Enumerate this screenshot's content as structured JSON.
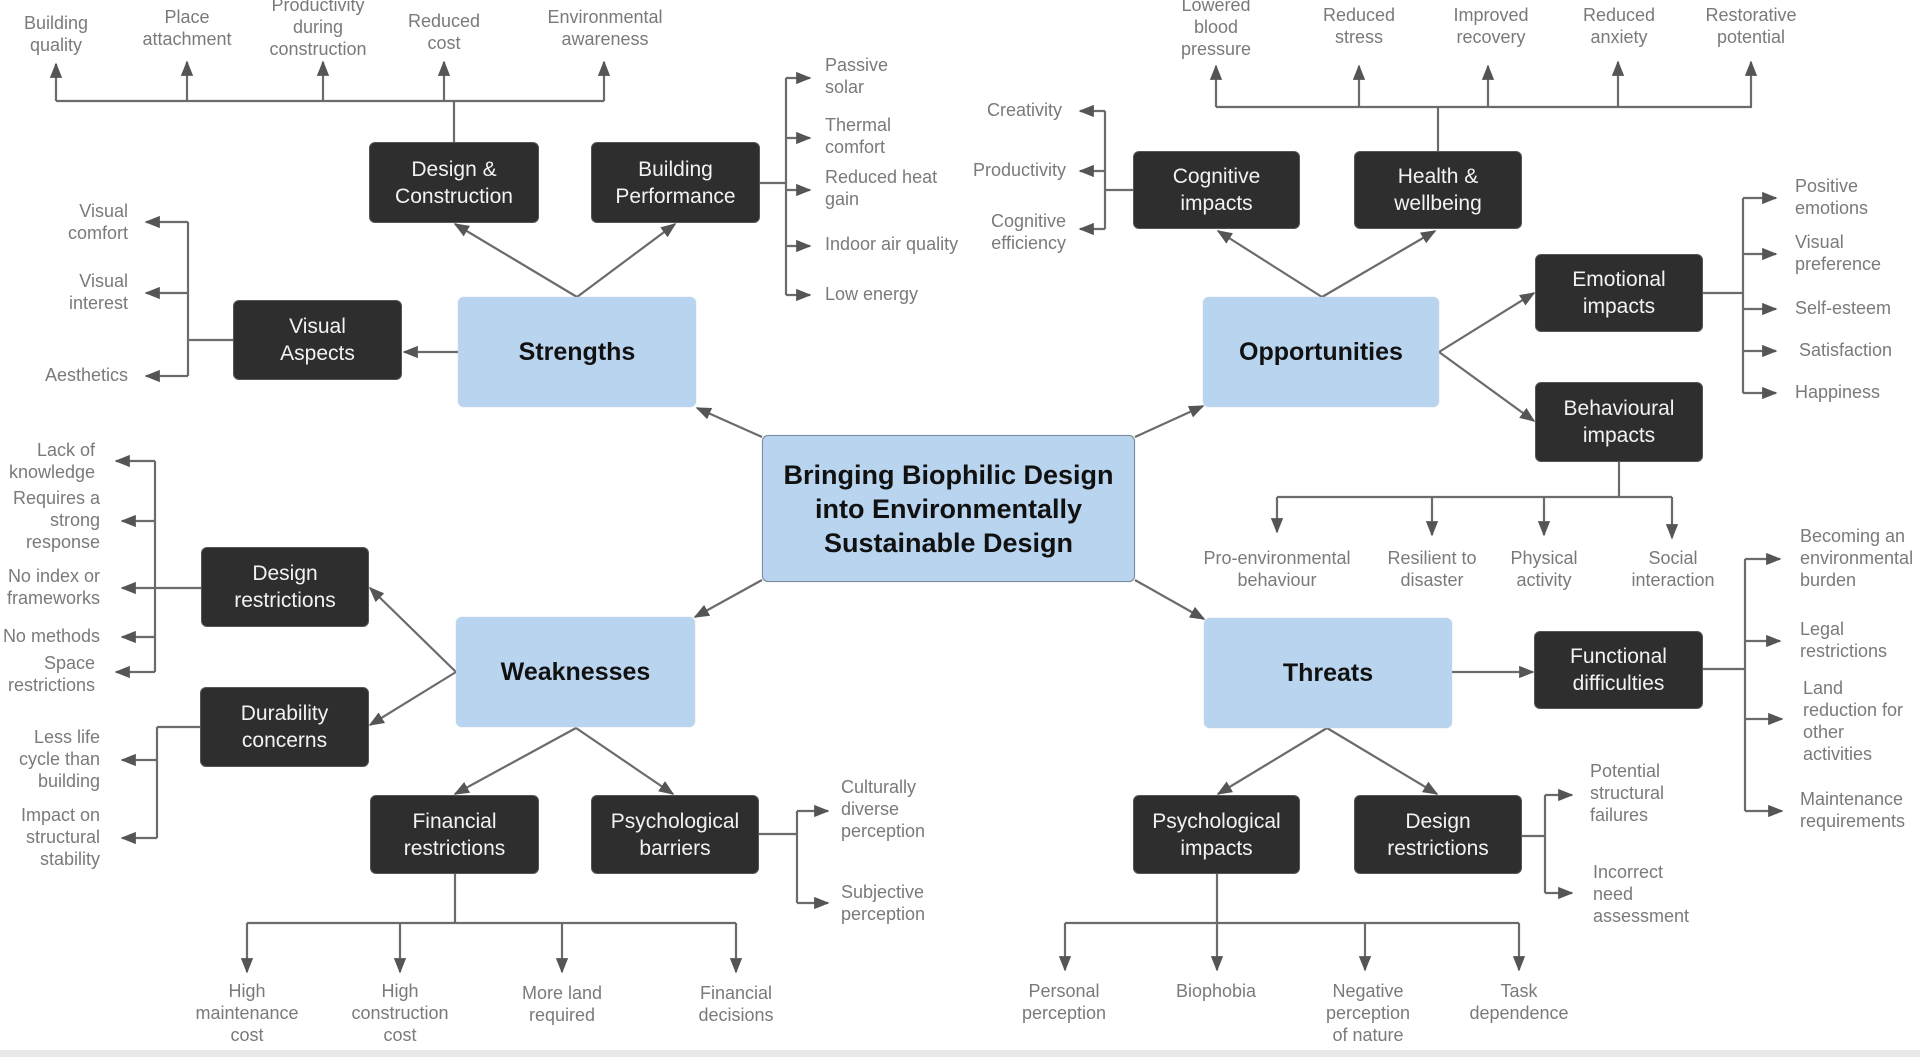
{
  "title": "Bringing Biophilic Design into Environmentally Sustainable Design",
  "colors": {
    "swot_fill": "#b9d4ee",
    "category_fill": "#2e2e2e",
    "connector": "#666666",
    "leaf_text": "#7a7a7a"
  },
  "swot": {
    "strengths": "Strengths",
    "weaknesses": "Weaknesses",
    "opportunities": "Opportunities",
    "threats": "Threats"
  },
  "strengths": {
    "design_construction": {
      "label": "Design &\nConstruction",
      "items": [
        "Building\nquality",
        "Place\nattachment",
        "Productivity\nduring\nconstruction",
        "Reduced\ncost",
        "Environmental\nawareness"
      ]
    },
    "building_performance": {
      "label": "Building\nPerformance",
      "items": [
        "Passive\nsolar",
        "Thermal\ncomfort",
        "Reduced heat\ngain",
        "Indoor air quality",
        "Low energy"
      ]
    },
    "visual_aspects": {
      "label": "Visual\nAspects",
      "items": [
        "Visual\ncomfort",
        "Visual\ninterest",
        "Aesthetics"
      ]
    }
  },
  "opportunities": {
    "cognitive_impacts": {
      "label": "Cognitive\nimpacts",
      "items": [
        "Creativity",
        "Productivity",
        "Cognitive\nefficiency"
      ]
    },
    "health_wellbeing": {
      "label": "Health &\nwellbeing",
      "items": [
        "Lowered\nblood\npressure",
        "Reduced\nstress",
        "Improved\nrecovery",
        "Reduced\nanxiety",
        "Restorative\npotential"
      ]
    },
    "emotional_impacts": {
      "label": "Emotional\nimpacts",
      "items": [
        "Positive\nemotions",
        "Visual\npreference",
        "Self-esteem",
        "Satisfaction",
        "Happiness"
      ]
    },
    "behavioural_impacts": {
      "label": "Behavioural\nimpacts",
      "items": [
        "Pro-environmental\nbehaviour",
        "Resilient to\ndisaster",
        "Physical\nactivity",
        "Social\ninteraction"
      ]
    }
  },
  "weaknesses": {
    "design_restrictions": {
      "label": "Design\nrestrictions",
      "items": [
        "Lack of\nknowledge",
        "Requires a\nstrong\nresponse",
        "No index or\nframeworks",
        "No methods",
        "Space\nrestrictions"
      ]
    },
    "durability_concerns": {
      "label": "Durability\nconcerns",
      "items": [
        "Less life\ncycle than\nbuilding",
        "Impact on\nstructural\nstability"
      ]
    },
    "financial_restrictions": {
      "label": "Financial\nrestrictions",
      "items": [
        "High\nmaintenance\ncost",
        "High\nconstruction\ncost",
        "More land\nrequired",
        "Financial\ndecisions"
      ]
    },
    "psychological_barriers": {
      "label": "Psychological\nbarriers",
      "items": [
        "Culturally\ndiverse\nperception",
        "Subjective\nperception"
      ]
    }
  },
  "threats": {
    "functional_difficulties": {
      "label": "Functional\ndifficulties",
      "items": [
        "Becoming an\nenvironmental\nburden",
        "Legal\nrestrictions",
        "Land\nreduction for\nother\nactivities",
        "Maintenance\nrequirements"
      ]
    },
    "psychological_impacts": {
      "label": "Psychological\nimpacts",
      "items": [
        "Personal\nperception",
        "Biophobia",
        "Negative\nperception\nof  nature",
        "Task\ndependence"
      ]
    },
    "design_restrictions": {
      "label": "Design\nrestrictions",
      "items": [
        "Potential\nstructural\nfailures",
        "Incorrect\nneed\nassessment"
      ]
    }
  }
}
